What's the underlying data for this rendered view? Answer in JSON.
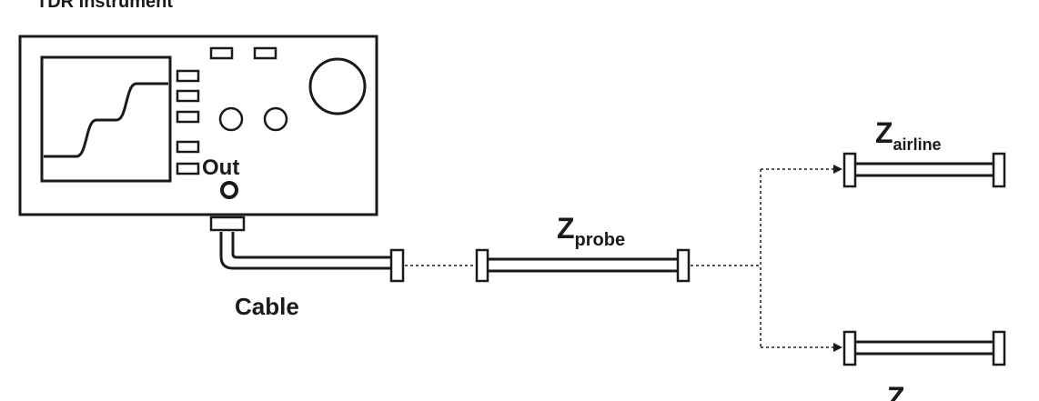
{
  "title": "TDR Instrument",
  "out_label": "Out",
  "cable_label": "Cable",
  "probe": {
    "main": "Z",
    "sub": "probe"
  },
  "airline": {
    "main": "Z",
    "sub": "airline"
  },
  "bottom_line": {
    "main": "Z",
    "sub": ""
  },
  "colors": {
    "stroke": "#1a1a1a",
    "fill": "#ffffff",
    "dotted": "#555555"
  }
}
